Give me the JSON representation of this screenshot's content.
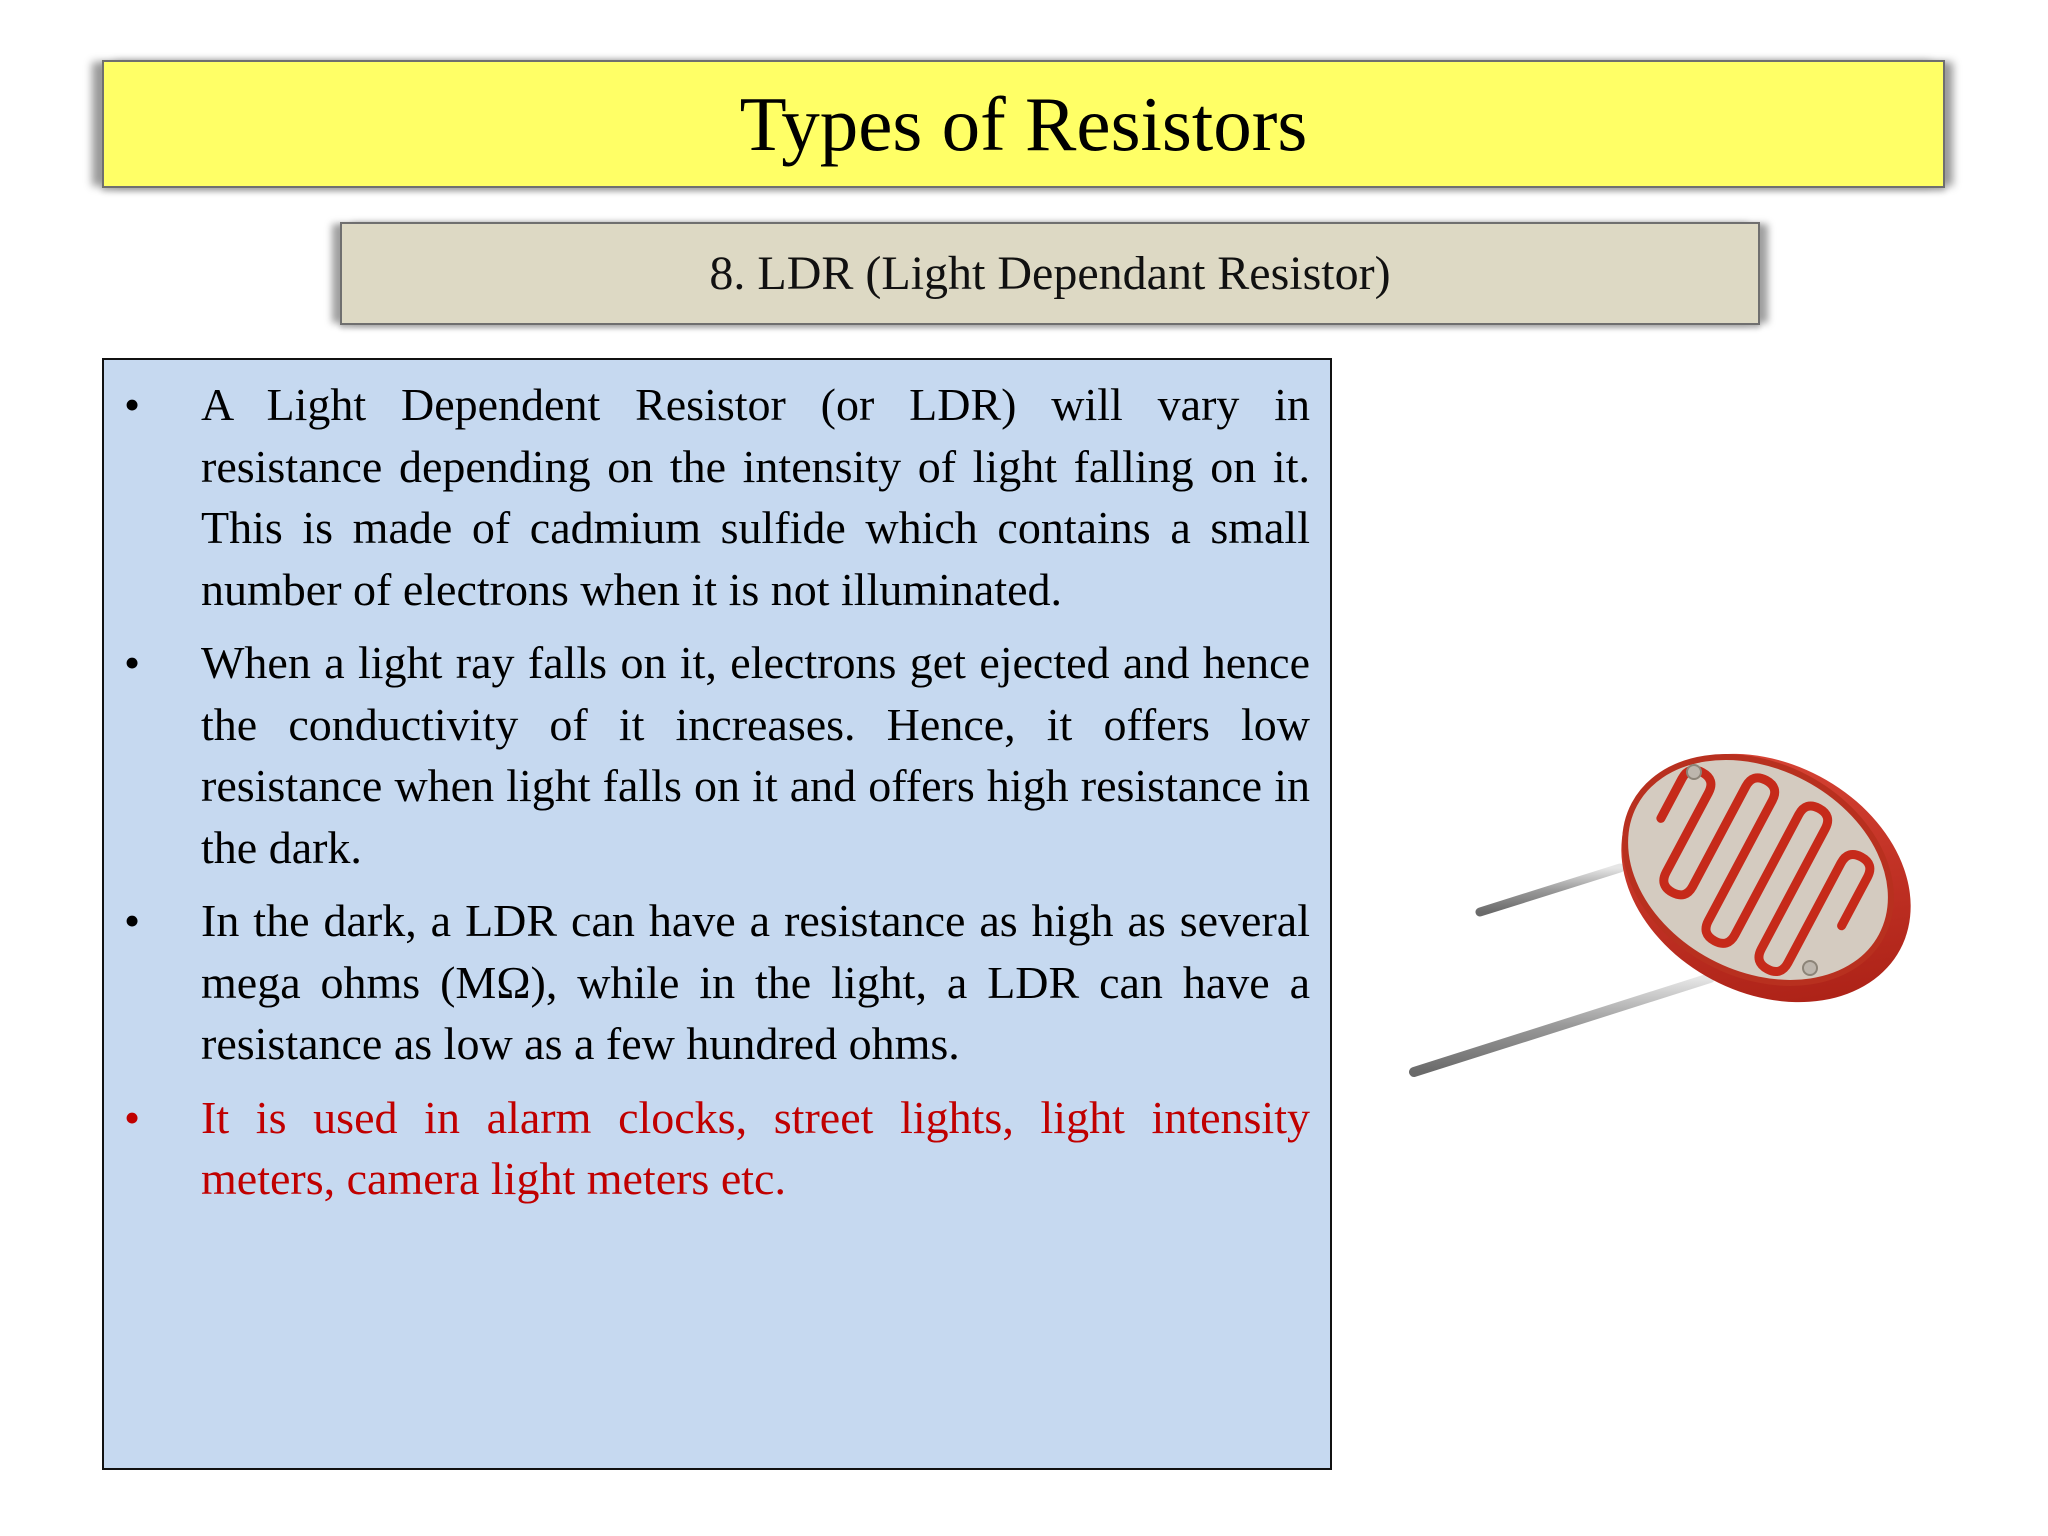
{
  "slide": {
    "title": "Types of Resistors",
    "subtitle": "8. LDR (Light Dependant Resistor)",
    "bullet_symbol": "•",
    "bullets": [
      "A Light Dependent Resistor (or LDR) will vary in resistance depending on the intensity of light falling on it. This is made of cadmium sulfide which contains a small number of electrons when it is not illuminated.",
      "When a light ray falls on it, electrons get ejected and hence the conductivity of it increases. Hence, it offers low resistance when light falls on it and offers high resistance in the dark.",
      "In the dark, a LDR can have a resistance as high as several mega ohms (MΩ), while in the light, a LDR can have a resistance as low as a few hundred ohms.",
      "It is used in alarm clocks, street lights, light intensity meters, camera light meters etc."
    ],
    "highlight_color": "#c00000",
    "image": "ldr-photoresistor-photo"
  }
}
